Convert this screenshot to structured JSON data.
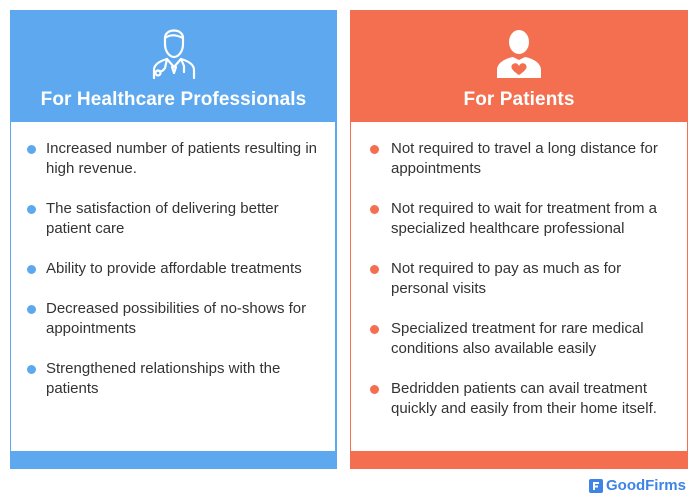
{
  "colors": {
    "blue": "#5da8ee",
    "orange": "#f36f4f",
    "text": "#333333"
  },
  "left": {
    "title": "For Healthcare Professionals",
    "icon": "doctor-icon",
    "items": [
      "Increased number of patients resulting in high revenue.",
      "The satisfaction of delivering better patient care",
      "Ability to provide affordable treatments",
      "Decreased possibilities of no-shows for appointments",
      "Strengthened relationships with the patients"
    ]
  },
  "right": {
    "title": "For Patients",
    "icon": "patient-heart-icon",
    "items": [
      "Not required to travel a long distance for appointments",
      "Not required to wait for treatment from a specialized healthcare professional",
      "Not required to pay as much as for personal visits",
      "Specialized treatment for rare medical conditions also available easily",
      "Bedridden patients can avail treatment quickly and easily from their home itself."
    ]
  },
  "brand": {
    "name": "GoodFirms",
    "icon": "goodfirms-logo-icon"
  }
}
